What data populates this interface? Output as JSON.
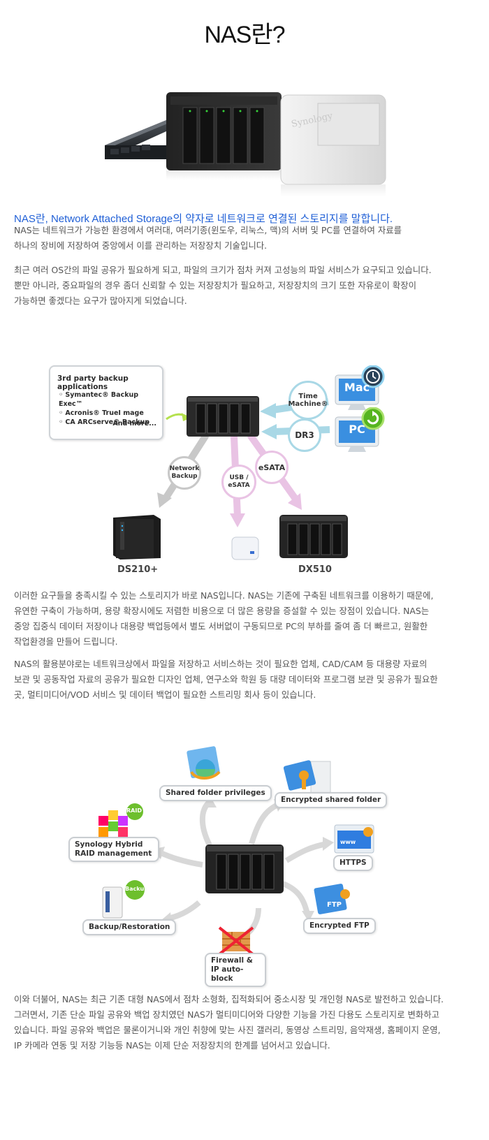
{
  "title": "NAS란?",
  "lead": "NAS란, Network Attached Storage의 약자로 네트워크로 연결된 스토리지를 말합니다.",
  "intro_lines": [
    "NAS는 네트워크가 가능한 환경에서 여러대, 여러기종(윈도우, 리눅스, 맥)의 서버 및 PC를 연결하여 자료를",
    "하나의 장비에 저장하여 중앙에서 이를 관리하는 저장장치 기술입니다."
  ],
  "para2_lines": [
    "최근 여러 OS간의 파일 공유가 필요하게 되고, 파일의 크기가 점차 커져 고성능의 파일 서비스가 요구되고 있습니다.",
    "뿐만 아니라, 중요파일의 경우 좀더 신뢰할 수 있는 저장장치가 필요하고, 저장장치의 크기 또한 자유로이 확장이",
    "가능하면 좋겠다는 요구가 많아지게 되었습니다."
  ],
  "diagram1": {
    "backup_box_title": "3rd party backup applications",
    "backup_items": [
      "Symantec® Backup Exec™",
      "Acronis® TrueI mage",
      "CA ARCserve® Backup"
    ],
    "backup_more": "And more...",
    "time_machine": "Time Machine®",
    "mac": "Mac",
    "dr3": "DR3",
    "pc": "PC",
    "network_backup": "Network Backup",
    "usb_esata": "USB / eSATA",
    "esata": "eSATA",
    "ds210": "DS210+",
    "dx510": "DX510",
    "colors": {
      "arrow_blue": "#a9d8e6",
      "arrow_pink": "#e9c3e4",
      "arrow_gray": "#c8c8c8"
    }
  },
  "para3_lines": [
    "이러한 요구들을 충족시킬 수 있는 스토리지가 바로 NAS입니다. NAS는 기존에 구축된 네트워크를 이용하기 때문에,",
    "유연한 구축이 가능하며, 용량 확장시에도 저렴한 비용으로 더 많은 용량을 증설할 수 있는 장점이 있습니다. NAS는",
    "중앙 집중식 데이터 저장이나 대용량 백업등에서 별도 서버없이 구동되므로 PC의 부하를 줄여 좀 더 빠르고, 원활한",
    "작업환경을 만들어 드립니다."
  ],
  "para4_lines": [
    "NAS의 활용분야로는 네트워크상에서 파일을 저장하고 서비스하는 것이 필요한 업체, CAD/CAM 등 대용량 자료의",
    "보관 및 공동작업 자료의 공유가 필요한 디자인 업체, 연구소와 학원 등 대량 데이터와 프로그램 보관 및 공유가 필요한",
    "곳, 멀티미디어/VOD 서비스 및 데이터 백업이 필요한 스트리밍 회사 등이 있습니다."
  ],
  "diagram2": {
    "shared_folder": "Shared folder privileges",
    "encrypted_folder": "Encrypted shared folder",
    "raid": "Synology Hybrid RAID management",
    "raid_badge": "RAID",
    "https": "HTTPS",
    "backup": "Backup/Restoration",
    "backup_badge": "Backup",
    "ftp": "Encrypted FTP",
    "ftp_badge": "FTP",
    "firewall": "Firewall & IP auto-block",
    "www": "www"
  },
  "para5_lines": [
    "이와 더불어, NAS는 최근 기존 대형 NAS에서 점차 소형화, 집적화되어 중소시장 및 개인형 NAS로 발전하고 있습니다.",
    "그러면서, 기존 단순 파일 공유와 백업 장치였던 NAS가 멀티미디어와 다양한 기능을 가진 다용도 스토리지로 변화하고",
    "있습니다. 파일 공유와 백업은 물론이거니와 개인 취향에 맞는 사진 갤러리, 동영상 스트리밍, 음악재생, 홈페이지 운영,",
    "IP 카메라 연동 및 저장 기능등 NAS는 이제 단순 저장장치의 한계를 넘어서고 있습니다."
  ],
  "products_logo": "Synology"
}
